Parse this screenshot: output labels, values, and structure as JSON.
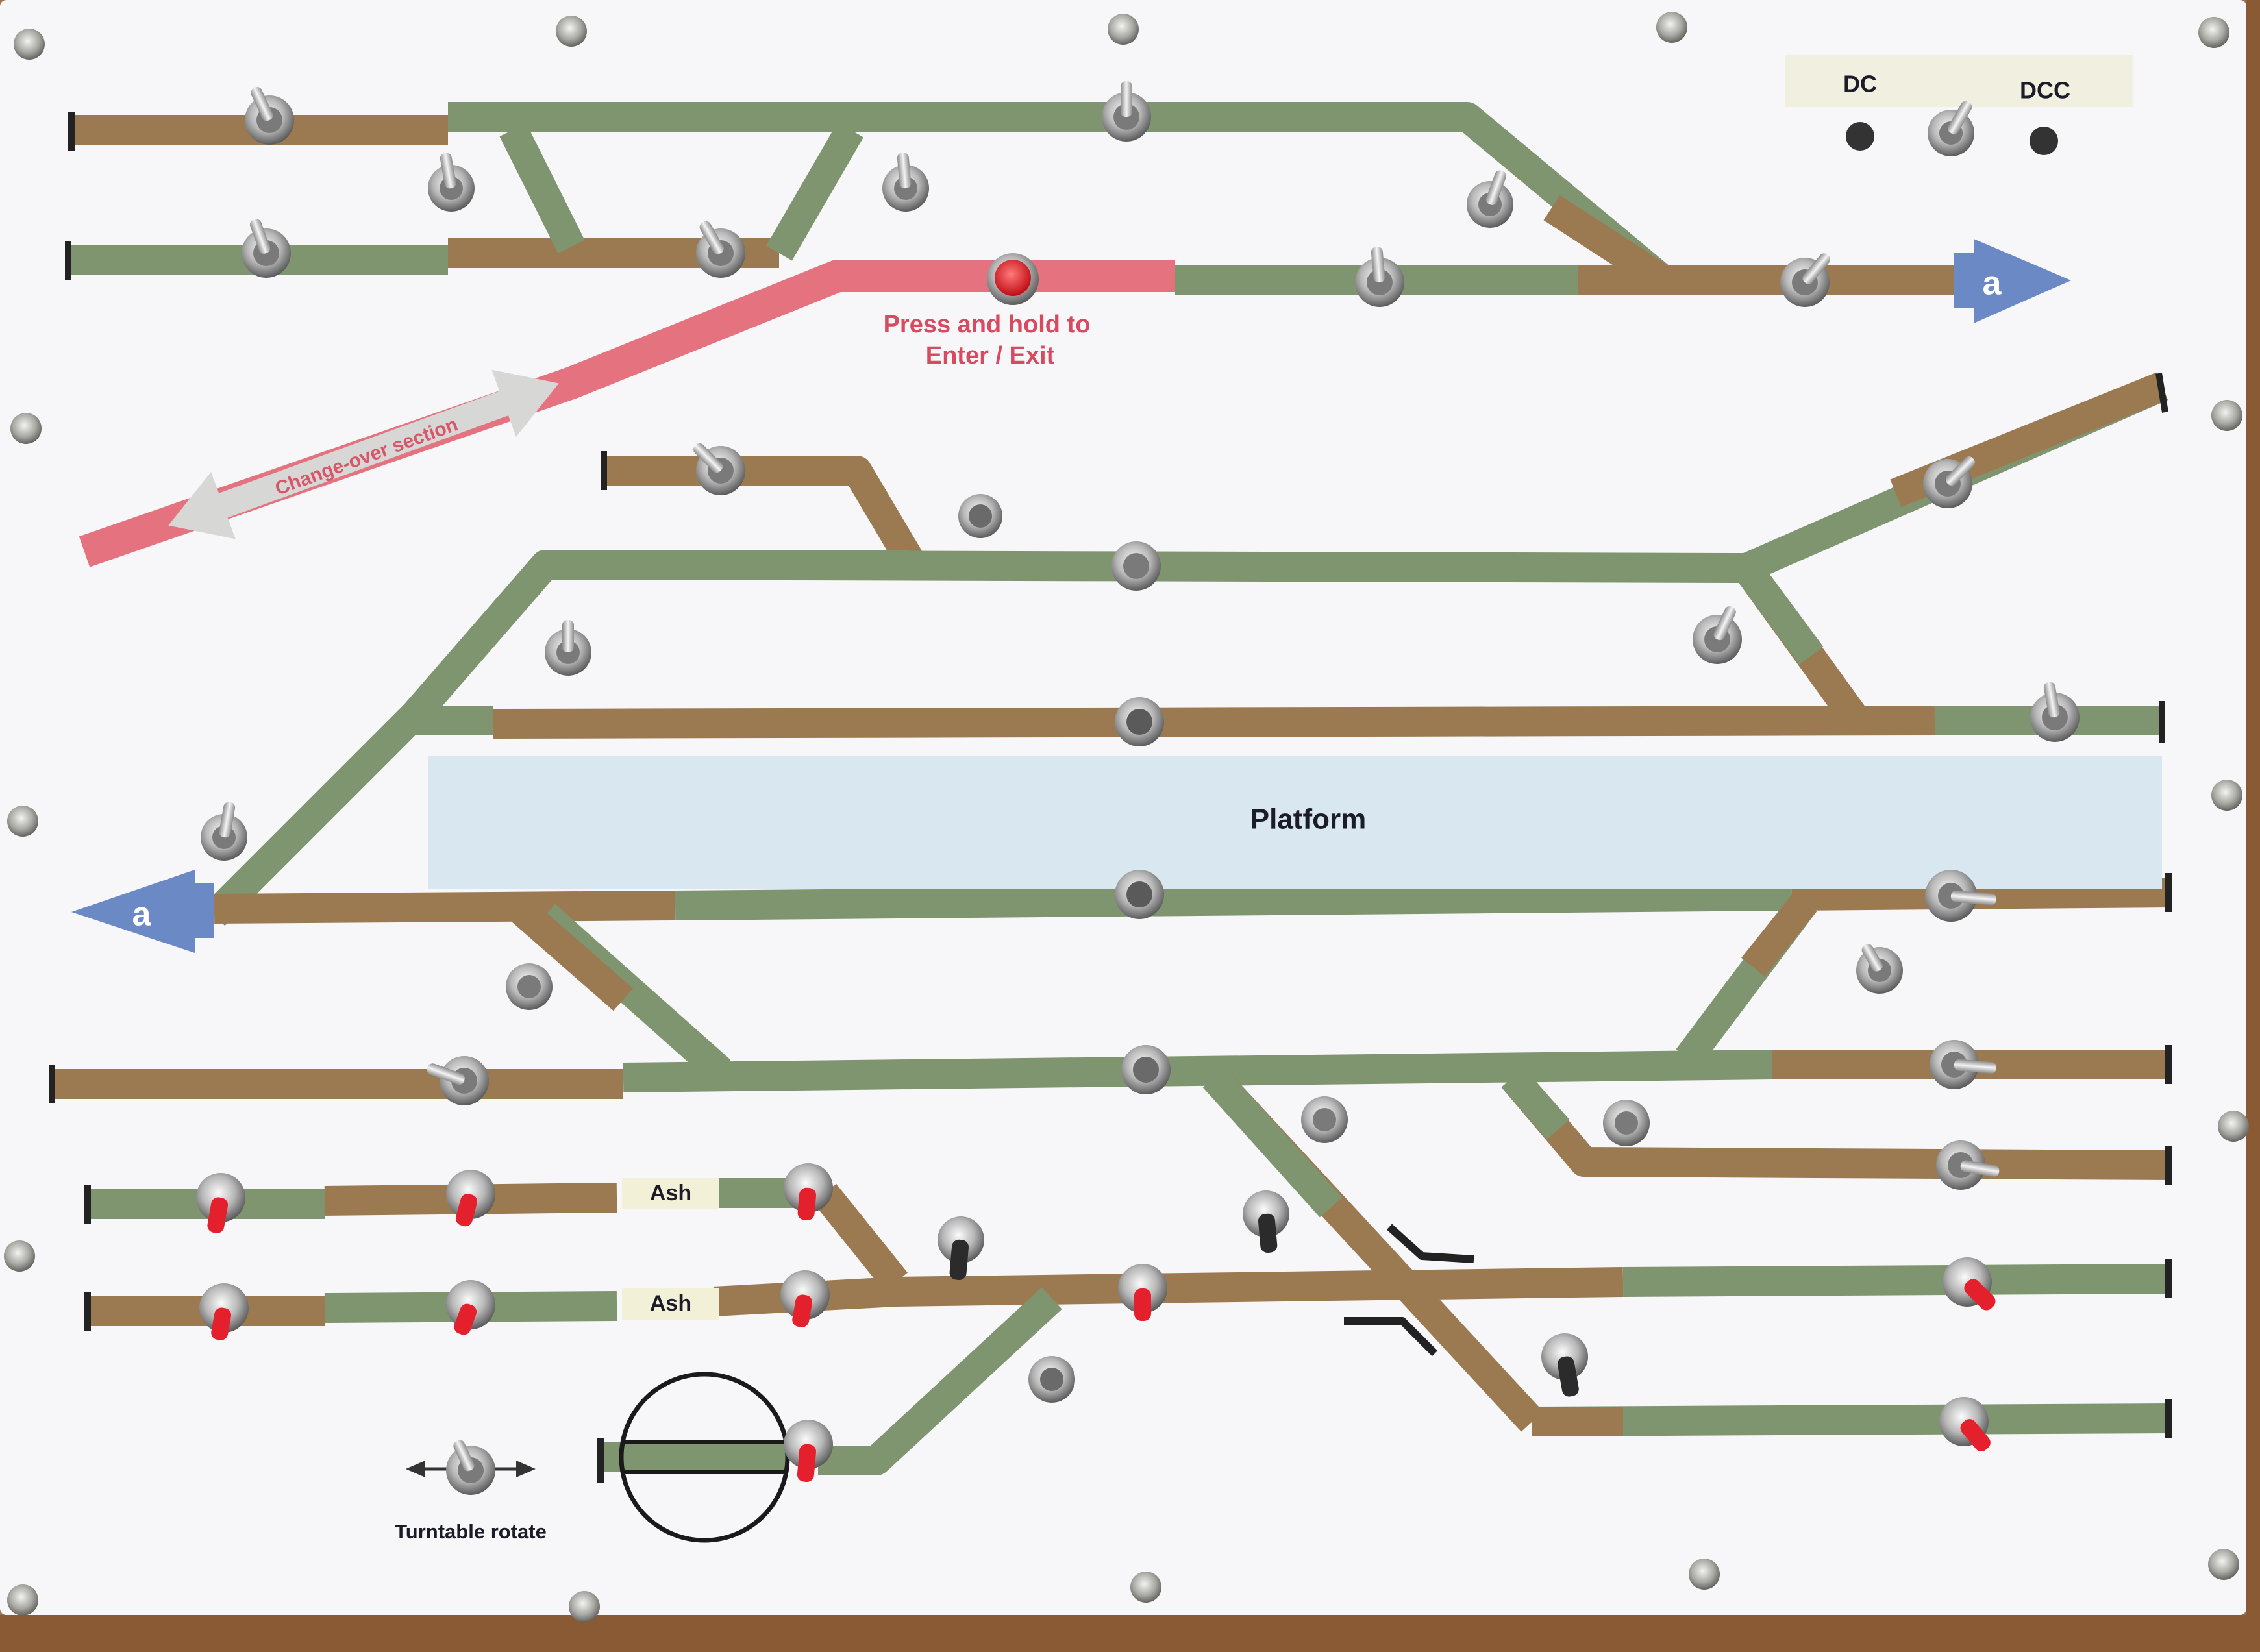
{
  "panel": {
    "labels": {
      "dc": "DC",
      "dcc": "DCC",
      "press_hold_line1": "Press and hold to",
      "press_hold_line2": "Enter / Exit",
      "changeover": "Change-over section",
      "platform": "Platform",
      "exit_a_right": "a",
      "exit_a_left": "a",
      "siding_ash_1": "Ash",
      "siding_ash_2": "Ash",
      "turntable": "Turntable rotate"
    }
  },
  "colors": {
    "board": "#f6f6f8",
    "brown_track": "#9b7a52",
    "green_track": "#7f9570",
    "red_track": "#e5737f",
    "blue_arrow": "#6b89c4",
    "platform": "#d9e7f0",
    "red_lever": "#e3202c",
    "black_lever": "#2b2b2b",
    "label_red": "#d84a60"
  }
}
